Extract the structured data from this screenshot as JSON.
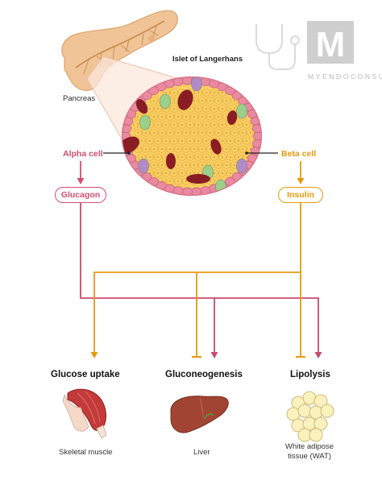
{
  "labels": {
    "pancreas": "Pancreas",
    "islet": "Islet of Langerhans",
    "alpha_cell": "Alpha cell",
    "beta_cell": "Beta cell",
    "glucagon": "Glucagon",
    "insulin": "Insulin"
  },
  "outcomes": [
    {
      "title": "Glucose uptake",
      "tissue": "Skeletal muscle"
    },
    {
      "title": "Gluconeogenesis",
      "tissue": "Liver"
    },
    {
      "title": "Lipolysis",
      "tissue": "White adipose tissue (WAT)"
    }
  ],
  "watermark": {
    "text": "MYENDOCONSULT",
    "letter": "M"
  },
  "colors": {
    "glucagon": "#d24f6f",
    "insulin": "#e8990f",
    "beta_cells": "#f9cf63",
    "alpha_cells": "#e98aa0",
    "delta_cells": "#9ccf8b",
    "pp_cells": "#b28ac9",
    "capillary": "#8a1c24",
    "pancreas": "#f0c497",
    "muscle": "#c23a3a",
    "liver": "#a24433",
    "adipose": "#fbf1bd"
  }
}
